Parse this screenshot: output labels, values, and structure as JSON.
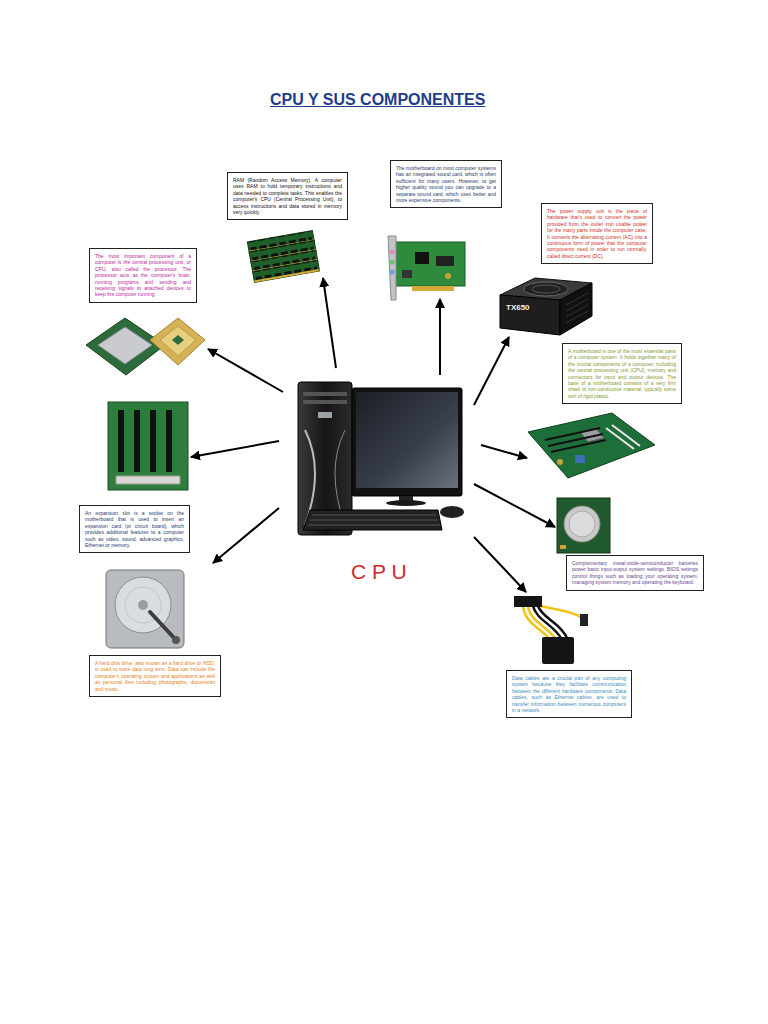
{
  "diagram": {
    "title": "CPU Y SUS COMPONENTES",
    "nodes": [
      {
        "text": [
          "RAM (Random Access Memory). A computer uses RAM to hold temporary instructions and data needed to complete tasks. This enables the computer's CPU (Central Processing Unit), to access instructions and data stored in memory very quickly."
        ]
      },
      {
        "text": [
          "The motherboard on most computer systems has an integrated sound card, which is often sufficient for many users. However, to get higher quality sound you can upgrade to a separate sound card, which uses better and more expensive components."
        ]
      },
      {
        "text": [
          "The most important component of a computer is the central processing unit, or CPU, also called the processor. The processor acts as the computer's brain, running programs and sending and receiving signals to attached devices to keep the computer running."
        ]
      },
      {
        "text": [
          "The power supply unit is the piece of hardware that's used to convert the power provided from the outlet into usable power for the many parts inside the computer case. It converts the alternating current (AC) into a continuous form of power that the computer components need in order to run normally, called direct current (DC)."
        ]
      },
      {
        "text": [
          "A motherboard is one of the most essential parts of a computer system. It holds together many of the crucial components of a computer, including the central processing unit (CPU), memory and connectors for input and output devices. The base of a motherboard consists of a very firm sheet of non-conductive material, typically some sort of rigid plastic."
        ]
      },
      {
        "text": [
          "An expansion slot is a socket on the motherboard that is used to insert an expansion card (or circuit board), which provides additional features to a computer such as video, sound, advanced graphics, Ethernet or memory."
        ]
      },
      {
        "text": [
          "Complementary metal-oxide-semiconductor batteries power basic input-output system settings. BIOS settings control things such as loading your operating system, managing system memory and operating the keyboard."
        ]
      },
      {
        "text": [
          "A hard disk drive, also known as a hard drive or HDD, is used to store data long term. Data can include the computer's operating system and applications as well as personal files including photographs, documents and music."
        ]
      },
      {
        "text": [
          "Data cables are a crucial part of any computing system because they facilitate communication between the different hardware components. Data cables, such as Ethernet cables, are used to transfer information between numerous computers in a network."
        ]
      }
    ],
    "labels": [
      "C P U",
      "TX650"
    ]
  }
}
